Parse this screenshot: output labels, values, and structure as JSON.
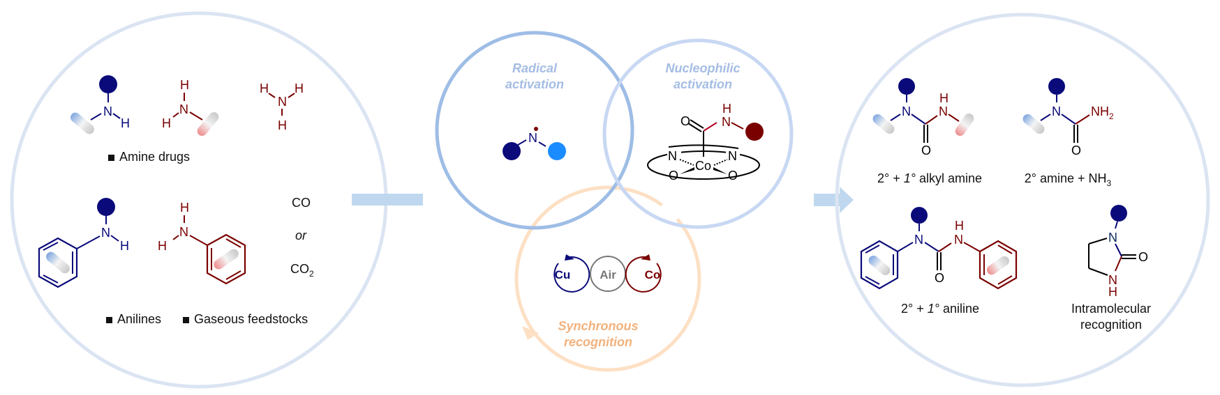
{
  "colors": {
    "secondary_amine": "#0a0a7a",
    "primary_amine": "#7a0000",
    "radical_partner": "#1a8cff",
    "panel_ring": "#dbe4f2",
    "radical_ring": "#9ebde6",
    "nucleophilic_ring": "#c8d8f3",
    "recognition_ring": "#fde0c4",
    "connector": "#bfd8ef",
    "air": "#777777"
  },
  "left_panel": {
    "amine_drugs_label": "Amine drugs",
    "anilines_label": "Anilines",
    "gaseous_label": "Gaseous feedstocks",
    "gas1": "CO",
    "gas_or": "or",
    "gas2": "CO",
    "gas2_sub": "2",
    "atoms": {
      "N": "N",
      "H": "H"
    }
  },
  "center": {
    "radical_title_1": "Radical",
    "radical_title_2": "activation",
    "nucleophilic_title_1": "Nucleophilic",
    "nucleophilic_title_2": "activation",
    "recognition_title_1": "Synchronous",
    "recognition_title_2": "recognition",
    "badges": [
      {
        "label": "Cu",
        "color": "#0a0a7a"
      },
      {
        "label": "Air",
        "color": "#777777"
      },
      {
        "label": "Co",
        "color": "#7a0000"
      }
    ],
    "complex_atoms": {
      "O": "O",
      "N": "N",
      "H": "H",
      "Co": "Co"
    }
  },
  "right_panel": {
    "product1_label_a": "2° + ",
    "product1_label_b": "1°",
    "product1_label_c": " alkyl amine",
    "product2_label_a": "2° amine + NH",
    "product2_label_sub": "3",
    "product3_label_a": "2° + ",
    "product3_label_b": "1°",
    "product3_label_c": " aniline",
    "product4_label_1": "Intramolecular",
    "product4_label_2": "recognition",
    "nh2": "NH",
    "nh2_sub": "2"
  }
}
